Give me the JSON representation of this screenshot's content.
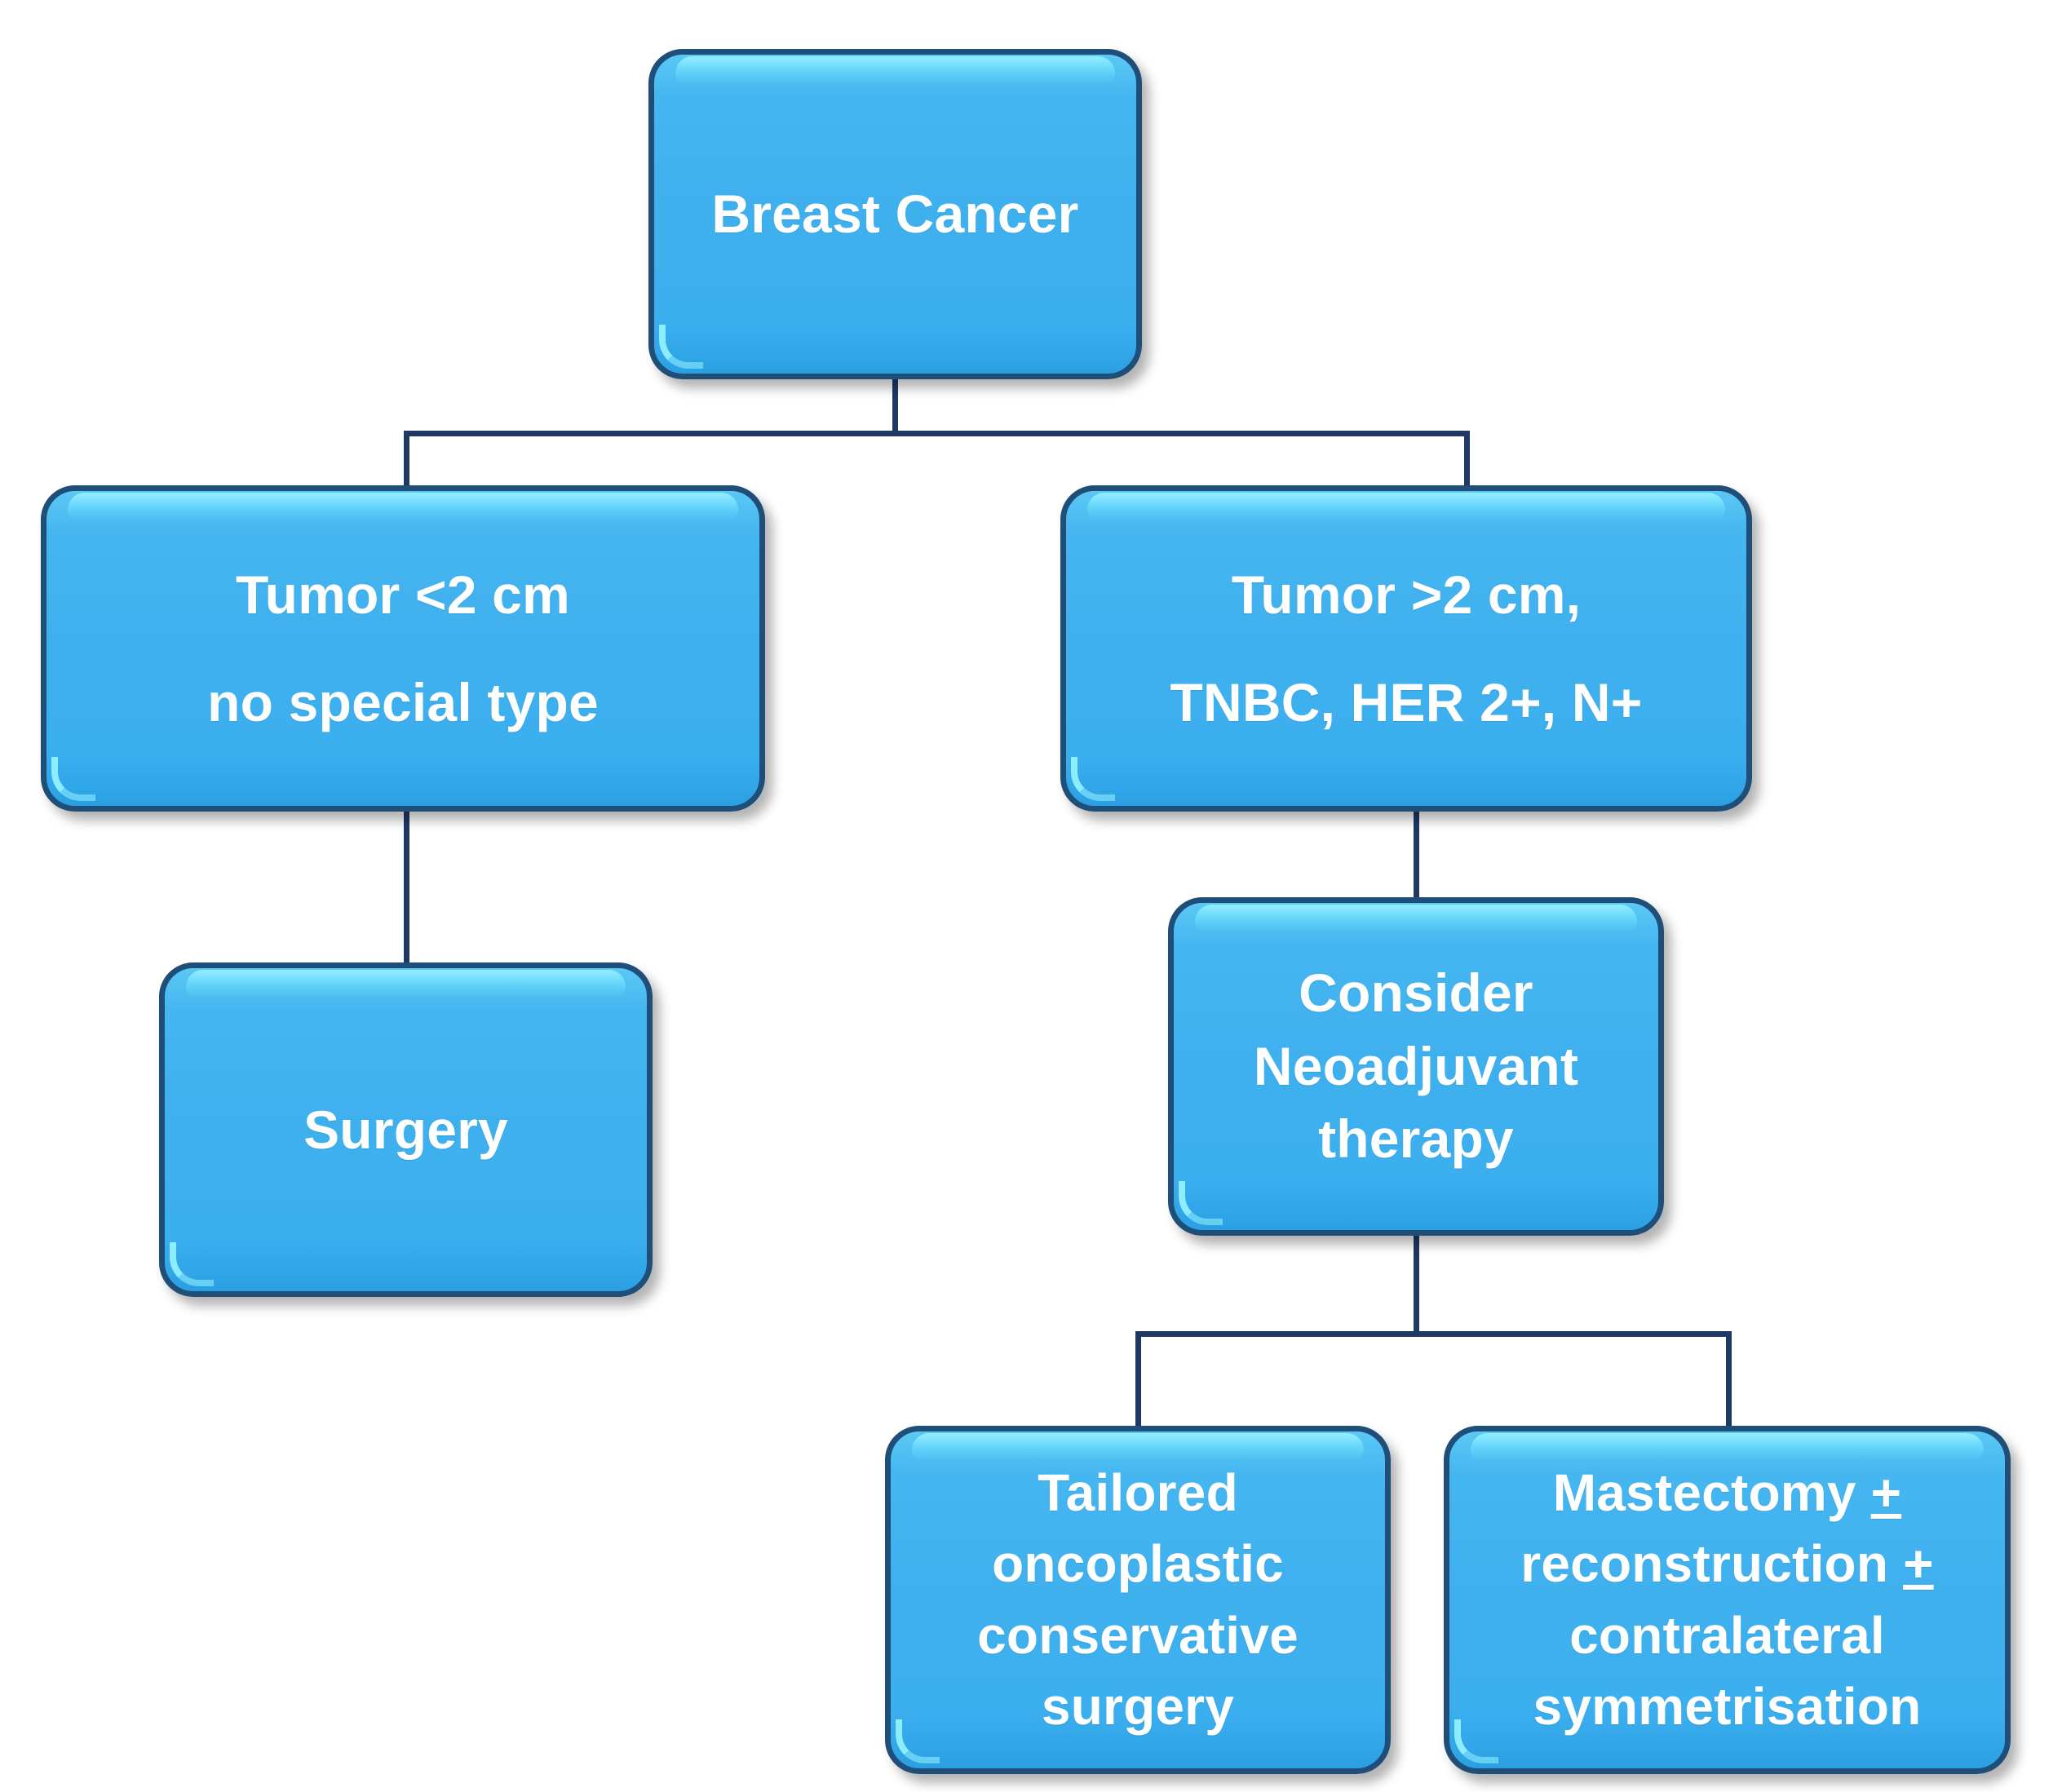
{
  "diagram": {
    "title": "Breast Cancer management flowchart",
    "colors": {
      "node_fill": "#3FB0EE",
      "node_fill_highlight": "#5BC8F5",
      "node_border": "#1F4E79",
      "connector": "#1F3864",
      "node_text": "#FFFFFF",
      "background": "#FFFFFF"
    },
    "nodes": [
      {
        "id": "root",
        "label": "Breast Cancer"
      },
      {
        "id": "small_tumor",
        "label": "Tumor <2 cm\nno special type"
      },
      {
        "id": "large_tumor",
        "label": "Tumor >2 cm,\nTNBC, HER 2+, N+"
      },
      {
        "id": "surgery",
        "label": "Surgery"
      },
      {
        "id": "neoadjuvant",
        "label": "Consider\nNeoadjuvant\ntherapy"
      },
      {
        "id": "oncoplastic",
        "label": "Tailored\noncoplastic\nconservative\nsurgery"
      },
      {
        "id": "mastectomy",
        "label_parts": [
          "Mastectomy ",
          "+",
          "\nreconstruction ",
          "+",
          "\ncontralateral\nsymmetrisation"
        ],
        "label": "Mastectomy +\nreconstruction +\ncontralateral\nsymmetrisation"
      }
    ],
    "edges": [
      {
        "from": "root",
        "to": "small_tumor"
      },
      {
        "from": "root",
        "to": "large_tumor"
      },
      {
        "from": "small_tumor",
        "to": "surgery"
      },
      {
        "from": "large_tumor",
        "to": "neoadjuvant"
      },
      {
        "from": "neoadjuvant",
        "to": "oncoplastic"
      },
      {
        "from": "neoadjuvant",
        "to": "mastectomy"
      }
    ]
  }
}
